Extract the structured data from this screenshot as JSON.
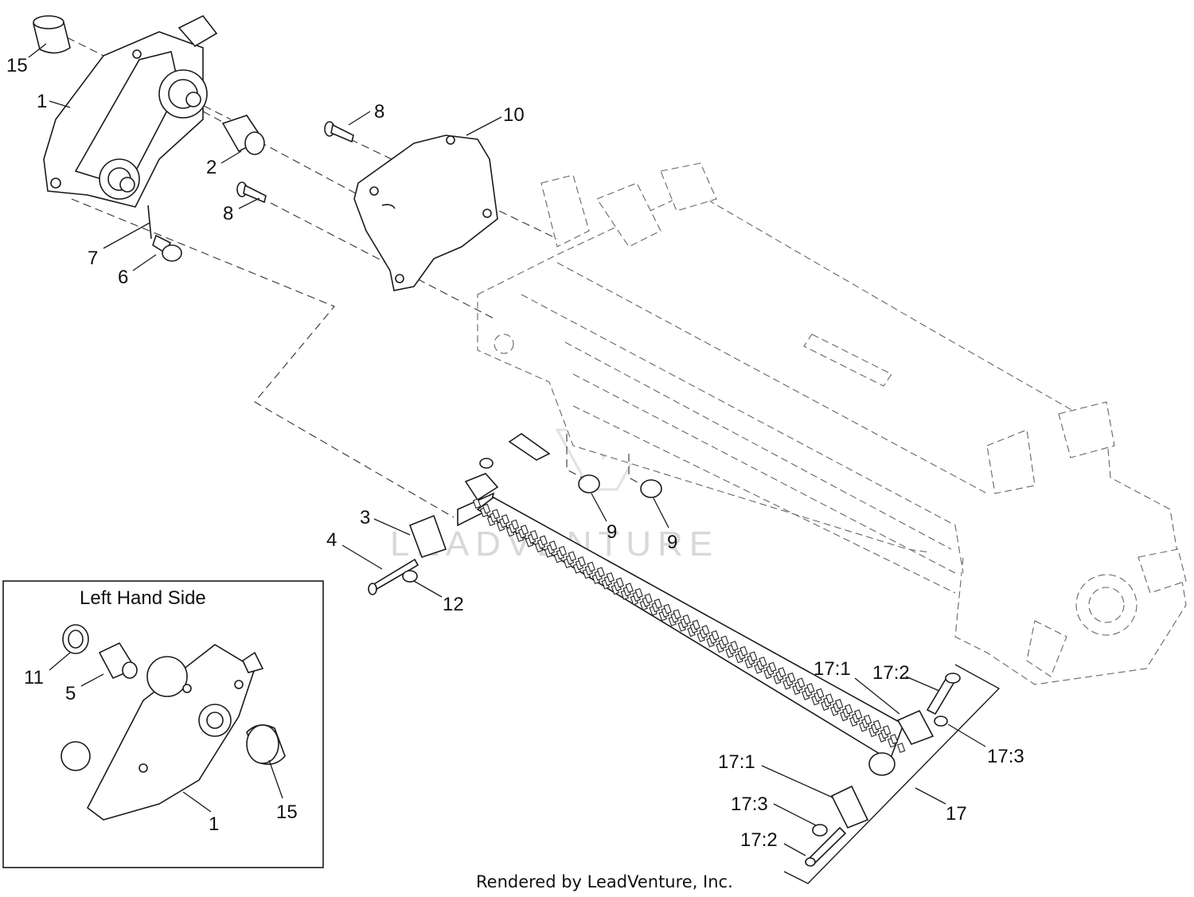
{
  "inset": {
    "title": "Left Hand Side"
  },
  "footer": {
    "credit": "Rendered by LeadVenture, Inc."
  },
  "watermark": {
    "text": "LEADVENTURE"
  },
  "callouts": {
    "c15a": "15",
    "c1a": "1",
    "c2": "2",
    "c8a": "8",
    "c8b": "8",
    "c10": "10",
    "c7": "7",
    "c6": "6",
    "c3": "3",
    "c4": "4",
    "c12": "12",
    "c9a": "9",
    "c9b": "9",
    "c11": "11",
    "c5": "5",
    "c1b": "1",
    "c15b": "15",
    "c17_1a": "17:1",
    "c17_2a": "17:2",
    "c17_3a": "17:3",
    "c17_1b": "17:1",
    "c17_3b": "17:3",
    "c17_2b": "17:2",
    "c17": "17"
  }
}
